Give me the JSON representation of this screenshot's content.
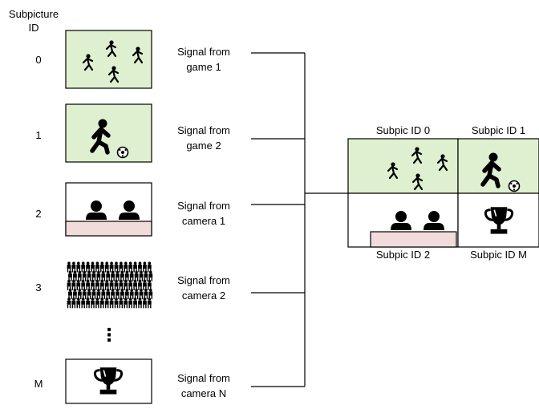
{
  "header": {
    "line1": "Subpicture",
    "line2": "ID"
  },
  "rows": [
    {
      "id": "0",
      "signal": "Signal from\ngame 1"
    },
    {
      "id": "1",
      "signal": "Signal from\ngame 2"
    },
    {
      "id": "2",
      "signal": "Signal from\ncamera 1"
    },
    {
      "id": "3",
      "signal": "Signal from\ncamera 2"
    },
    {
      "id": "M",
      "signal": "Signal from\ncamera N"
    }
  ],
  "ellipsis": "⋮",
  "composite": {
    "top_labels": [
      "Subpic ID 0",
      "Subpic ID 1"
    ],
    "bottom_labels": [
      "Subpic ID 2",
      "Subpic ID M"
    ]
  },
  "colors": {
    "game_fill": "#dff0d0",
    "stage_fill": "#f2dcdb",
    "line": "#000000"
  },
  "icons": [
    "runners-icon",
    "soccer-player-icon",
    "audience-icon",
    "crowd-icon",
    "trophy-icon"
  ]
}
